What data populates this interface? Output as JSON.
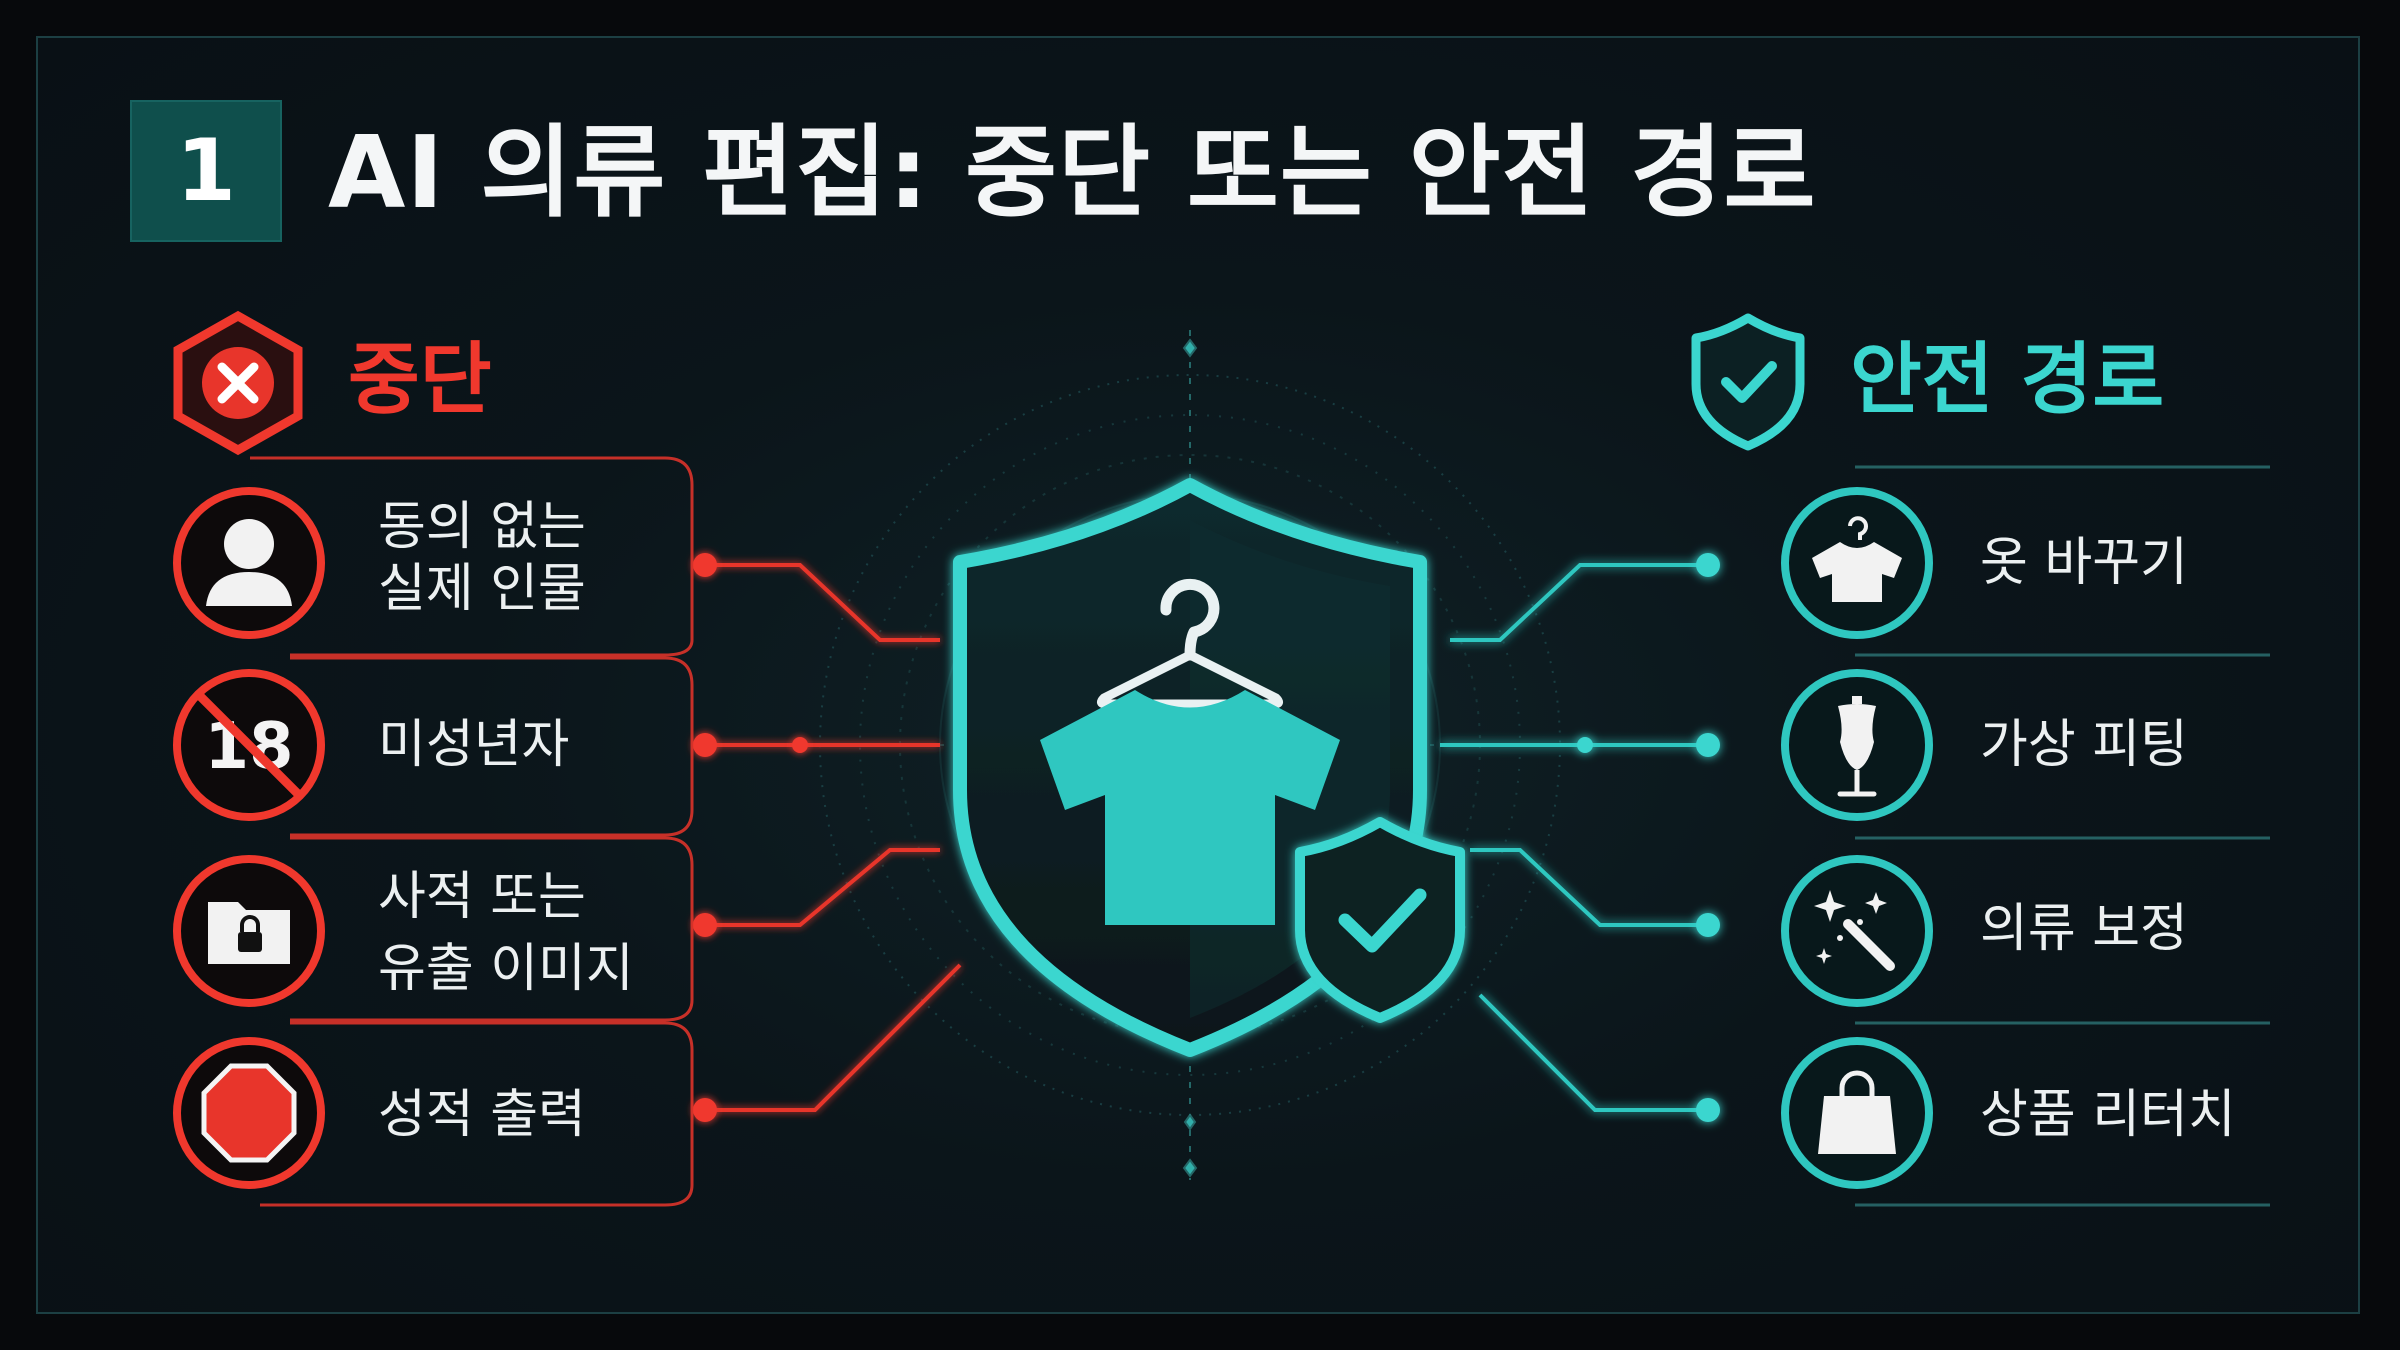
{
  "header": {
    "badge": "1",
    "title": "AI 의류 편집: 중단 또는 안전 경로"
  },
  "stop": {
    "title": "중단",
    "items": [
      {
        "line1": "동의 없는",
        "line2": "실제 인물",
        "icon": "person-icon"
      },
      {
        "line1": "미성년자",
        "line2": "",
        "icon": "age-18-icon",
        "icon_text": "18"
      },
      {
        "line1": "사적 또는",
        "line2": "유출 이미지",
        "icon": "locked-folder-icon"
      },
      {
        "line1": "성적 출력",
        "line2": "",
        "icon": "stop-sign-icon"
      }
    ]
  },
  "safe": {
    "title": "안전 경로",
    "items": [
      {
        "label": "옷 바꾸기",
        "icon": "shirt-hanger-icon"
      },
      {
        "label": "가상 피팅",
        "icon": "mannequin-icon"
      },
      {
        "label": "의류 보정",
        "icon": "magic-wand-icon"
      },
      {
        "label": "상품 리터치",
        "icon": "shopping-bag-icon"
      }
    ]
  },
  "colors": {
    "stop": "#f0382d",
    "safe": "#3bd6cf",
    "teal_fill": "#2fc7c0",
    "background": "#0b151a"
  }
}
